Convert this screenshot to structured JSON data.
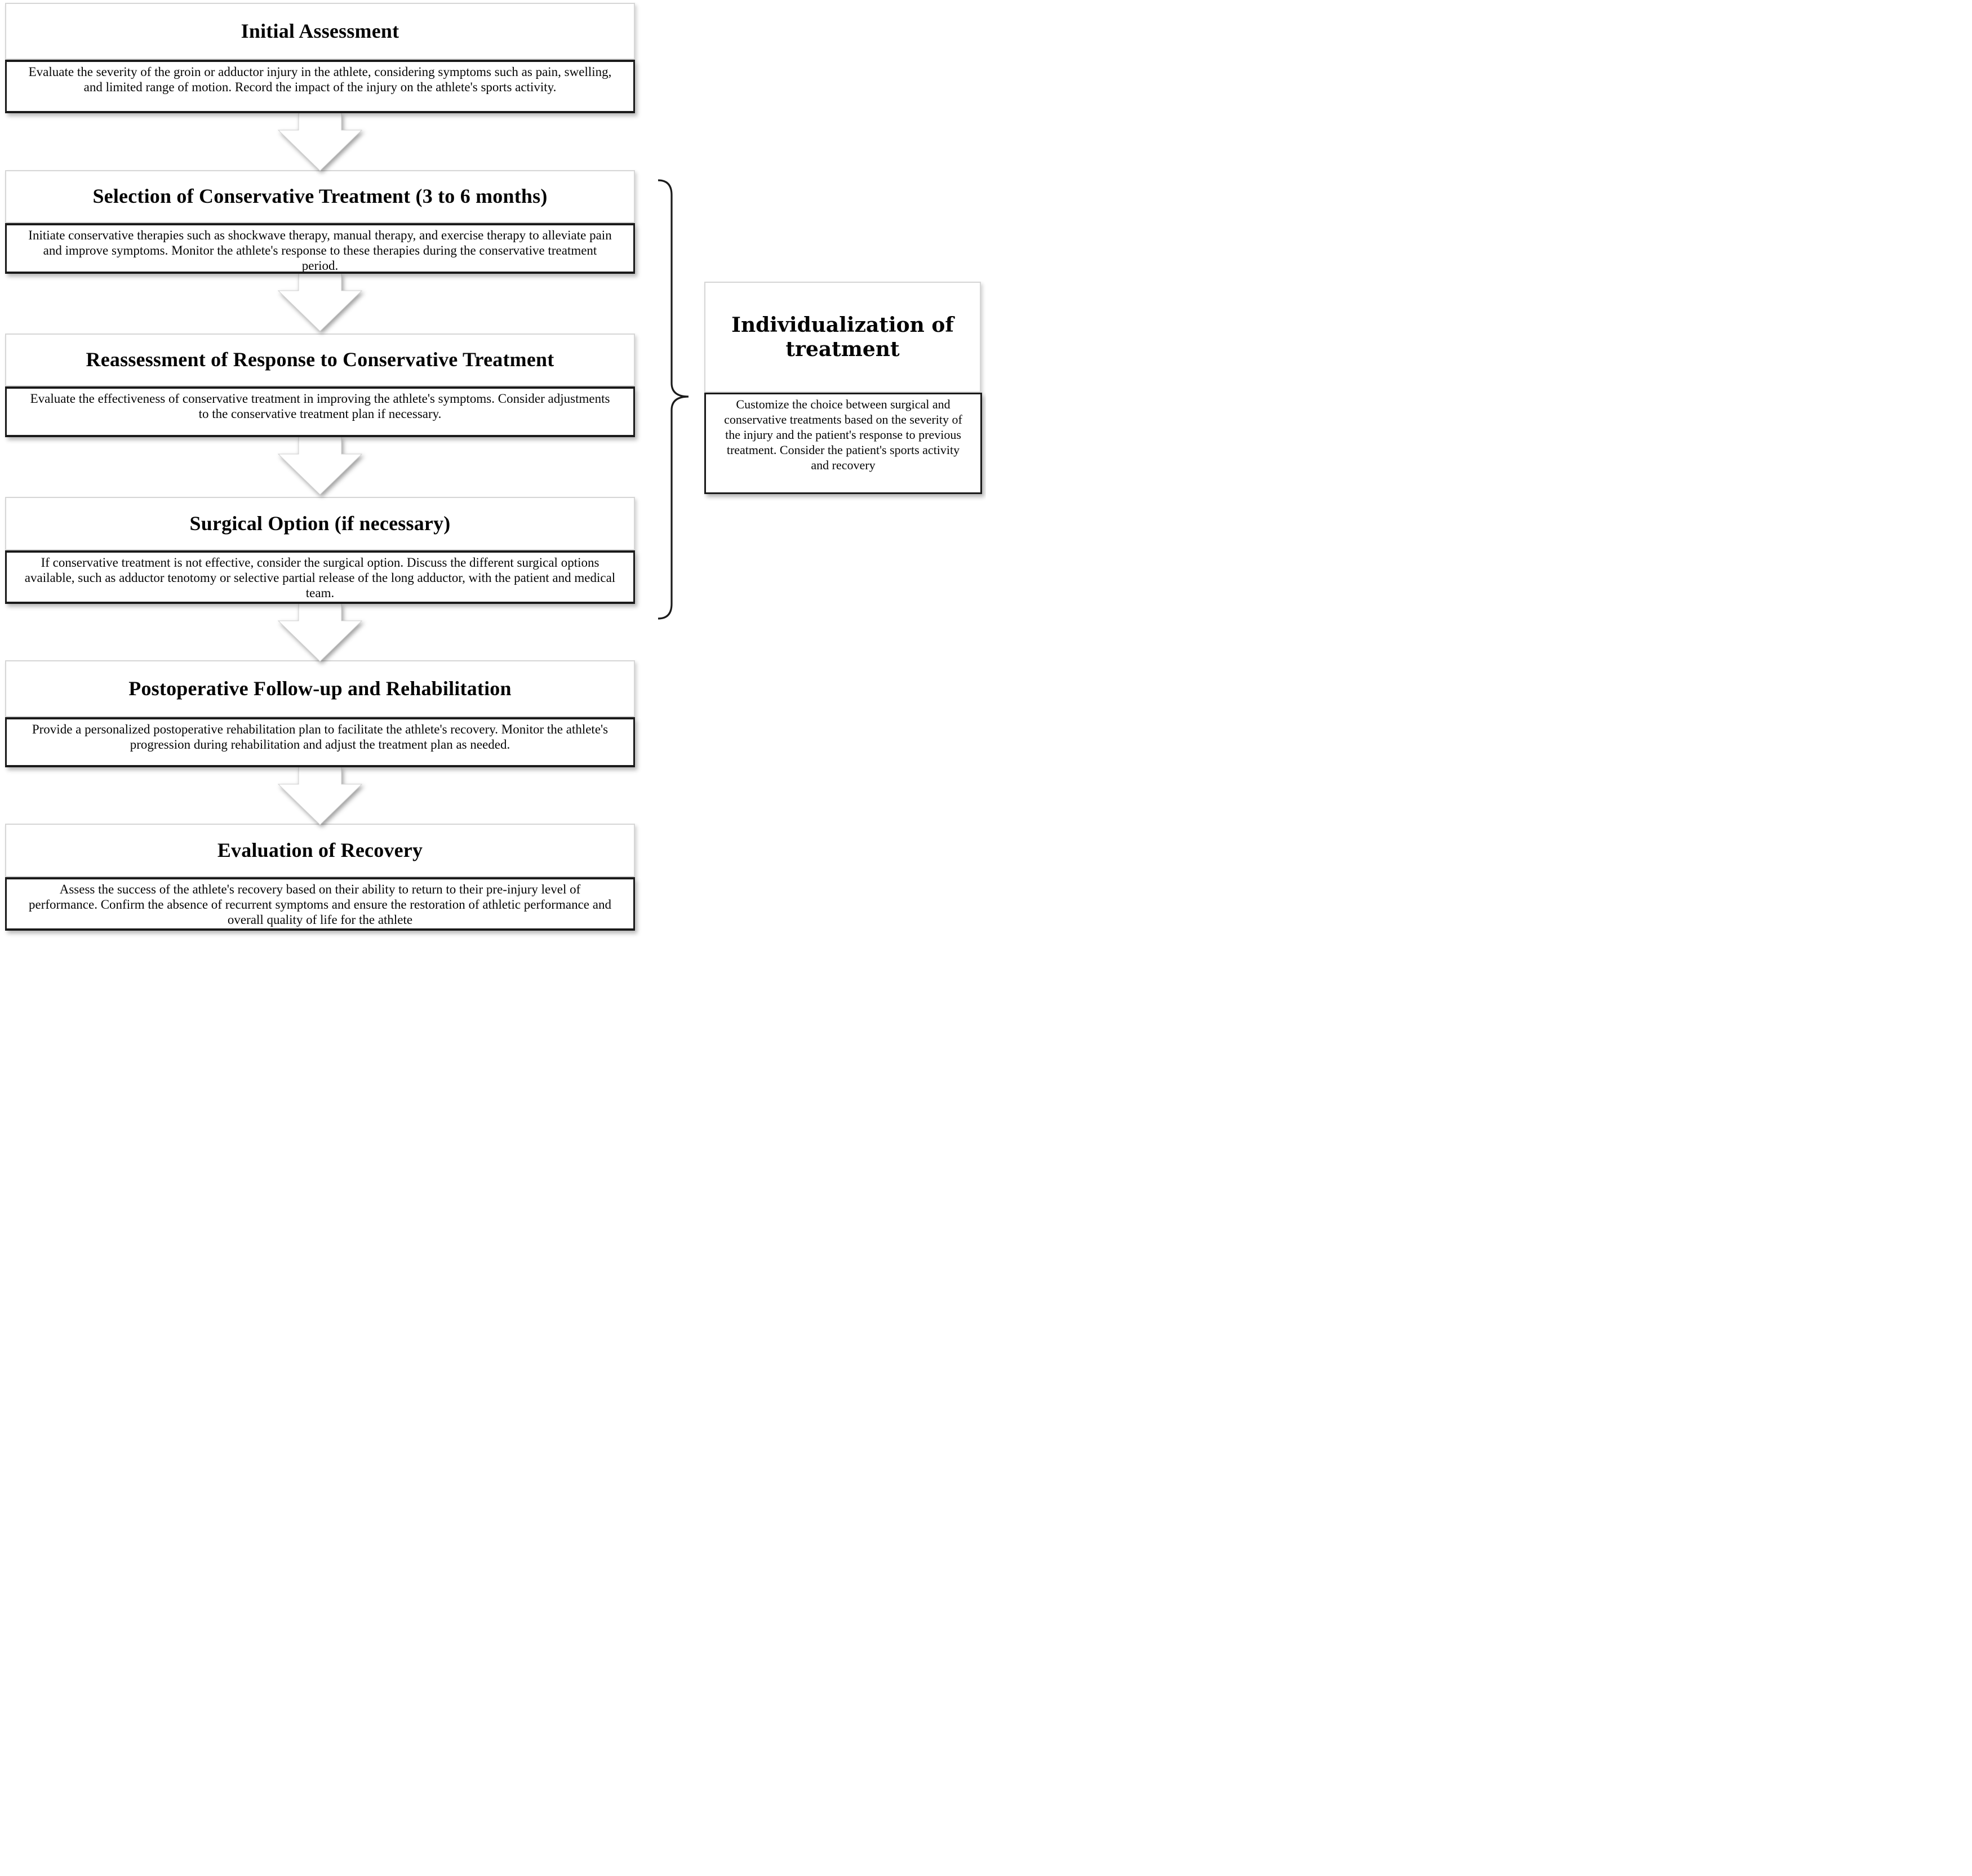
{
  "flow": {
    "steps": [
      {
        "title": "Initial Assessment",
        "description": "Evaluate the severity of the groin or adductor injury in the athlete, considering symptoms such as pain, swelling, and limited range of motion. Record the impact of the injury on the athlete's sports activity."
      },
      {
        "title": "Selection of Conservative Treatment (3 to 6 months)",
        "description": "Initiate conservative therapies such as shockwave therapy, manual therapy, and exercise therapy to alleviate pain and improve symptoms. Monitor the athlete's response to these therapies during the conservative treatment period."
      },
      {
        "title": "Reassessment of Response to Conservative Treatment",
        "description": "Evaluate the effectiveness of conservative treatment in improving the athlete's symptoms. Consider adjustments to the conservative treatment plan if necessary."
      },
      {
        "title": "Surgical Option (if necessary)",
        "description": "If conservative treatment is not effective, consider the surgical option. Discuss the different surgical options available, such as adductor tenotomy or selective partial release of the long adductor, with the patient and medical team."
      },
      {
        "title": "Postoperative Follow-up and Rehabilitation",
        "description": "Provide a personalized postoperative rehabilitation plan to facilitate the athlete's recovery. Monitor the athlete's progression during rehabilitation and adjust the treatment plan as needed."
      },
      {
        "title": "Evaluation of Recovery",
        "description": "Assess the success of the athlete's recovery based on their ability to return to their pre-injury level of performance. Confirm the absence of recurrent symptoms and ensure the restoration of athletic performance and overall quality of life for the athlete"
      }
    ]
  },
  "side_note": {
    "title": "Individualization of treatment",
    "description": "Customize the choice between surgical and conservative treatments based on the severity of the injury and the patient's response to previous treatment. Consider the patient's sports activity and recovery"
  },
  "icons": {
    "arrow": "down-arrow-icon",
    "brace": "right-curly-brace-icon"
  },
  "colors": {
    "box_border_dark": "#1a1a1a",
    "box_border_light": "#d6d6d6",
    "text": "#050505",
    "arrow_fill": "#ffffff",
    "background": "#ffffff"
  }
}
